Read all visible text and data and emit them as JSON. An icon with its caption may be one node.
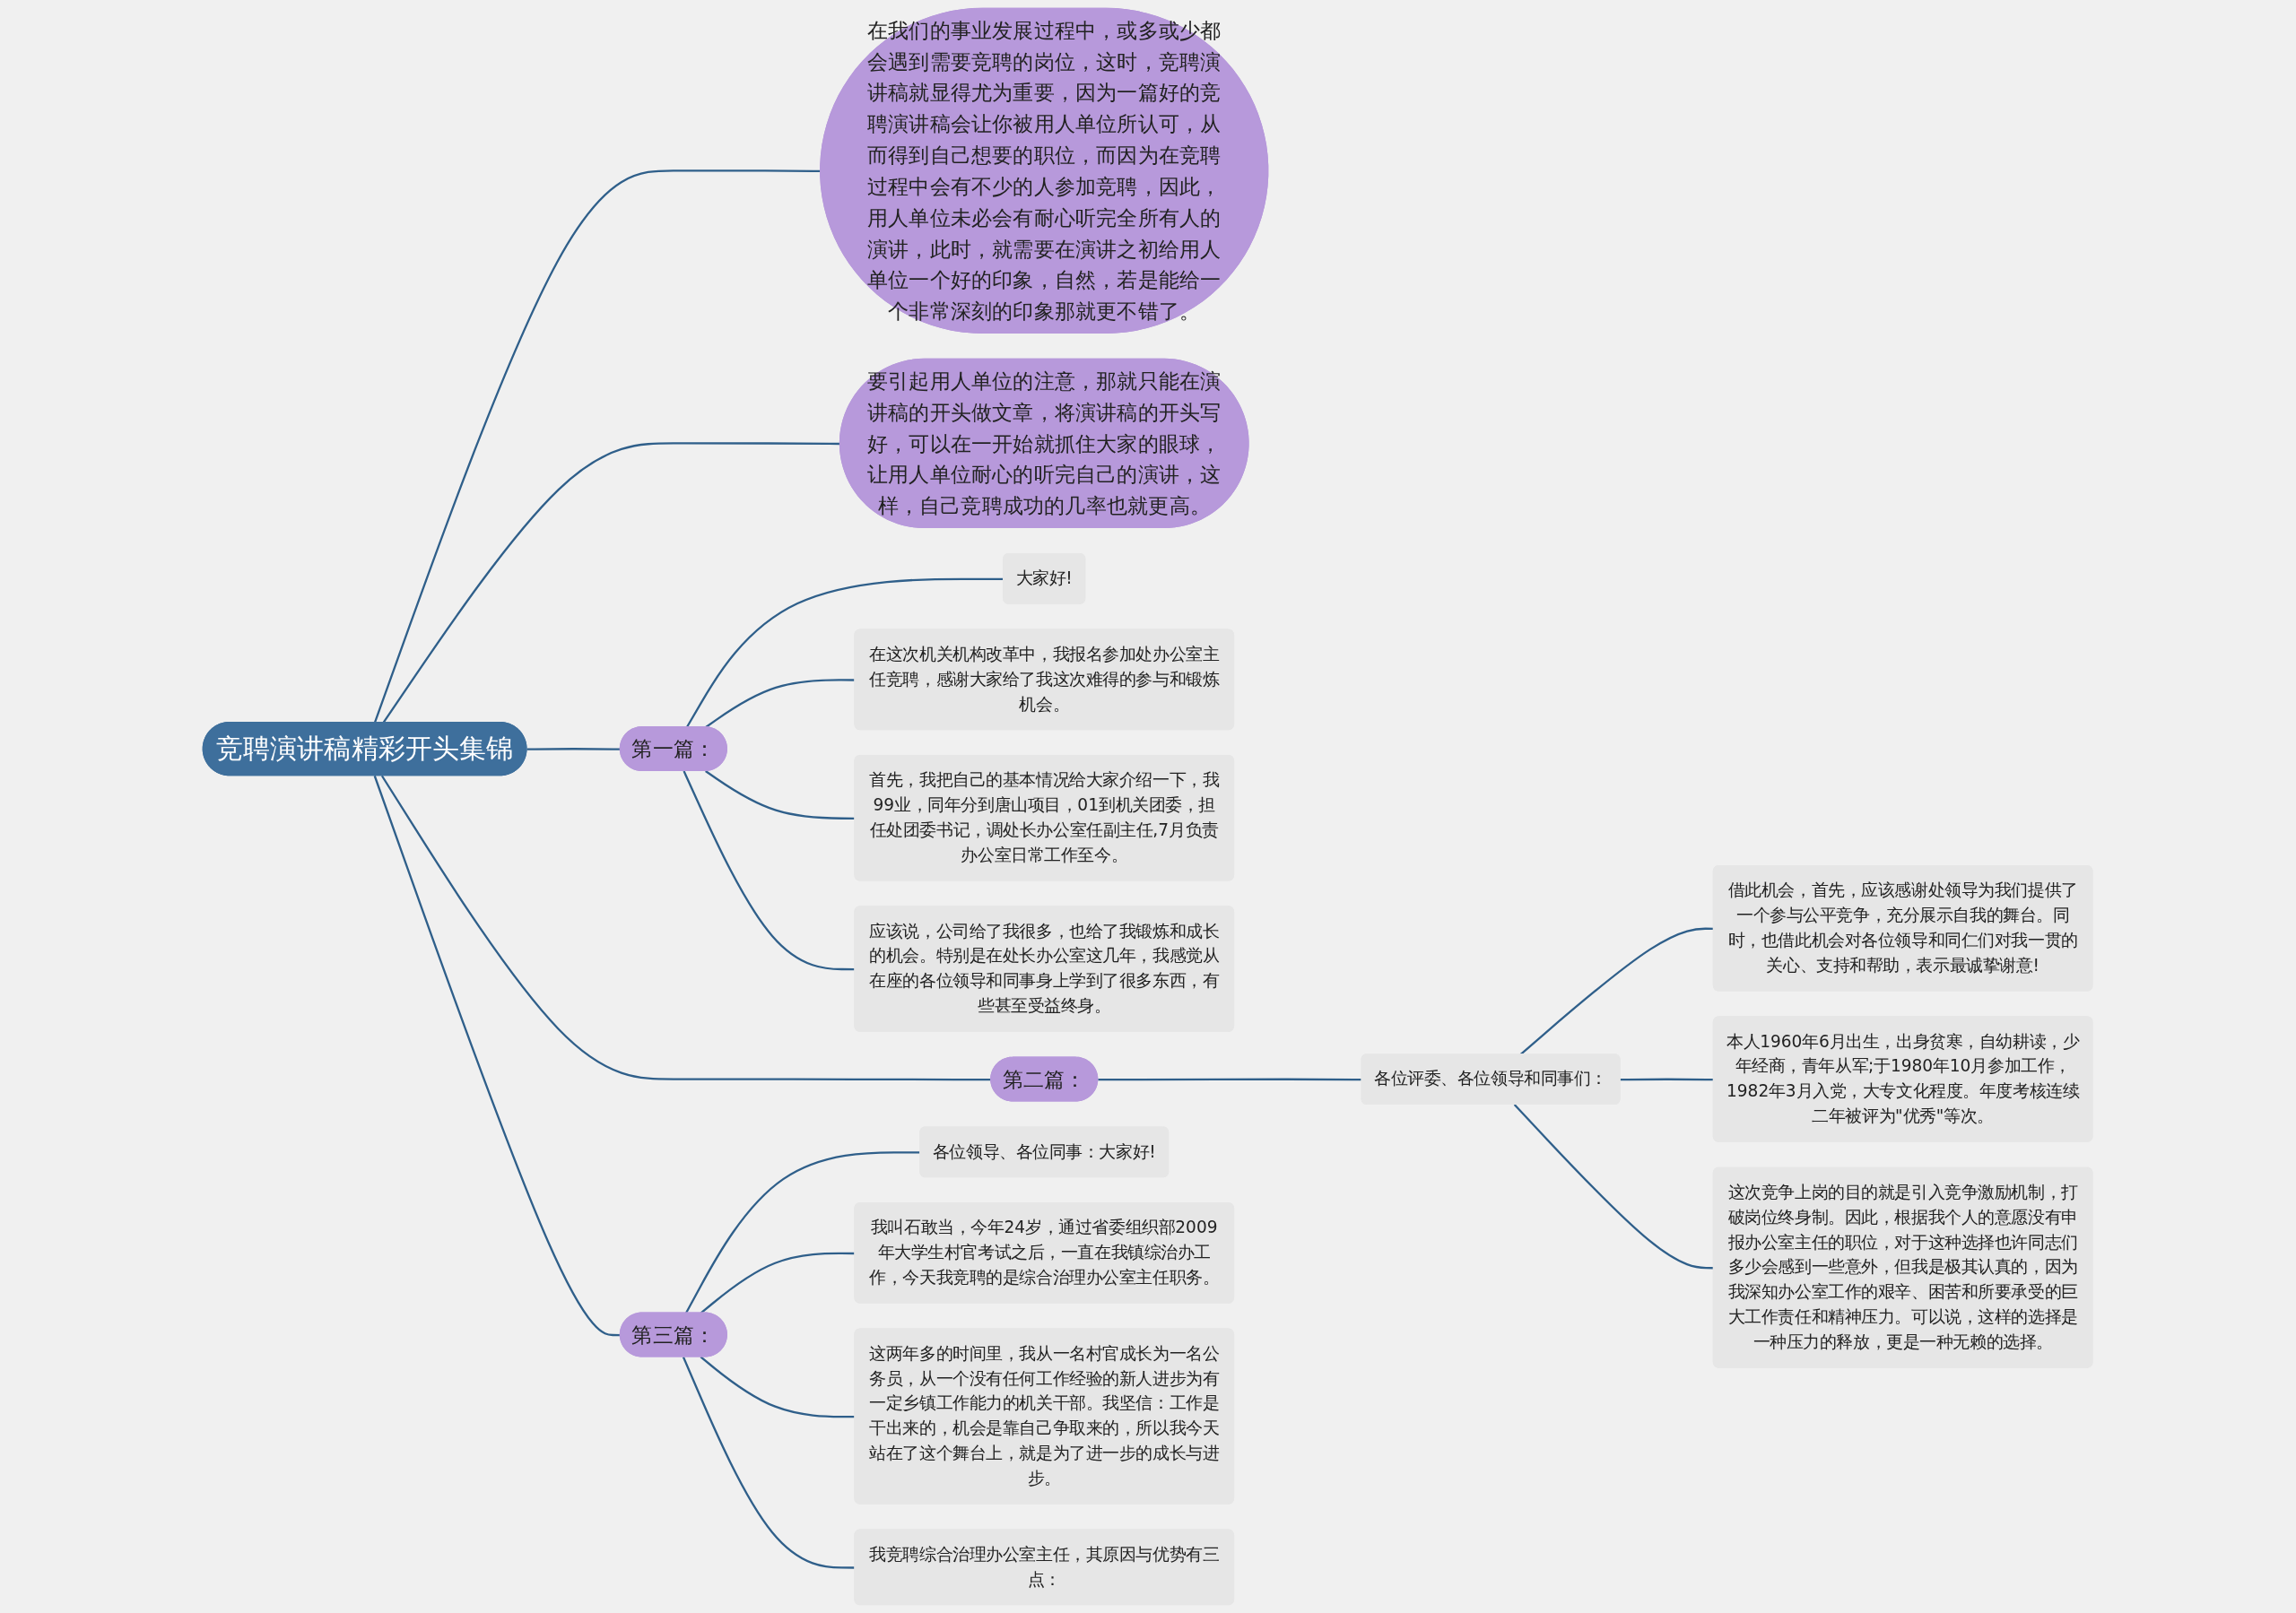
{
  "diagram": {
    "nodes": [
      {
        "text": [
          "竞聘演讲稿精彩开头集锦"
        ]
      },
      {
        "text": [
          "在我们的事业发展过程中，或多或少都会遇到需要竞聘的岗位，这时，竞聘演讲稿就显得尤为重要，因为一篇好的竞聘演讲稿会让你被用人单位所认可，从而得到自己想要的职位，而因为在竞聘过程中会有不少的人参加竞聘，因此，用人单位未必会有耐心听完全所有人的演讲，此时，就需要在演讲之初给用人单位一个好的印象，自然，若是能给一个非常深刻的印象那就更不错了。"
        ]
      },
      {
        "text": [
          "要引起用人单位的注意，那就只能在演讲稿的开头做文章，将演讲稿的开头写好，可以在一开始就抓住大家的眼球，让用人单位耐心的听完自己的演讲，这样，自己竞聘成功的几率也就更高。"
        ]
      },
      {
        "text": [
          "第一篇："
        ]
      },
      {
        "text": [
          "大家好!"
        ]
      },
      {
        "text": [
          "在这次机关机构改革中，我报名参加处办公室主任竞聘，感谢大家给了我这次难得的参与和锻炼机会。"
        ]
      },
      {
        "text": [
          "首先，我把自己的基本情况给大家介绍一下，我99业，同年分到唐山项目，01到机关团委，担任处团委书记，调处长办公室任副主任,7月负责办公室日常工作至今。"
        ]
      },
      {
        "text": [
          "应该说，公司给了我很多，也给了我锻炼和成长的机会。特别是在处长办公室这几年，我感觉从在座的各位领导和同事身上学到了很多东西，有些甚至受益终身。"
        ]
      },
      {
        "text": [
          "第二篇："
        ]
      },
      {
        "text": [
          "各位评委、各位领导和同事们："
        ]
      },
      {
        "text": [
          "借此机会，首先，应该感谢处领导为我们提供了一个参与公平竞争，充分展示自我的舞台。同时，也借此机会对各位领导和同仁们对我一贯的关心、支持和帮助，表示最诚挚谢意!"
        ]
      },
      {
        "text": [
          "本人1960年6月出生，出身贫寒，自幼耕读，少年经商，青年从军;于1980年10月参加工作，1982年3月入党，大专文化程度。年度考核连续二年被评为\"优秀\"等次。"
        ]
      },
      {
        "text": [
          "这次竞争上岗的目的就是引入竞争激励机制，打破岗位终身制。因此，根据我个人的意愿没有申报办公室主任的职位，对于这种选择也许同志们多少会感到一些意外，但我是极其认真的，因为我深知办公室工作的艰辛、困苦和所要承受的巨大工作责任和精神压力。可以说，这样的选择是一种压力的释放，更是一种无赖的选择。"
        ]
      },
      {
        "text": [
          "第三篇："
        ]
      },
      {
        "text": [
          "各位领导、各位同事：大家好!"
        ]
      },
      {
        "text": [
          "我叫石敢当，今年24岁，通过省委组织部2009年大学生村官考试之后，一直在我镇综治办工作，今天我竞聘的是综合治理办公室主任职务。"
        ]
      },
      {
        "text": [
          "这两年多的时间里，我从一名村官成长为一名公务员，从一个没有任何工作经验的新人进步为有一定乡镇工作能力的机关干部。我坚信：工作是干出来的，机会是靠自己争取来的，所以我今天站在了这个舞台上，就是为了进一步的成长与进步。"
        ]
      },
      {
        "text": [
          "我竞聘综合治理办公室主任，其原因与优势有三点："
        ]
      }
    ],
    "edges": [
      {
        "from": 0,
        "to": 1,
        "arrow": "none"
      },
      {
        "from": 0,
        "to": 2,
        "arrow": "none"
      },
      {
        "from": 0,
        "to": 3,
        "arrow": "none"
      },
      {
        "from": 3,
        "to": 4,
        "arrow": "none"
      },
      {
        "from": 3,
        "to": 5,
        "arrow": "none"
      },
      {
        "from": 3,
        "to": 6,
        "arrow": "none"
      },
      {
        "from": 3,
        "to": 7,
        "arrow": "none"
      },
      {
        "from": 0,
        "to": 8,
        "arrow": "none"
      },
      {
        "from": 8,
        "to": 9,
        "arrow": "none"
      },
      {
        "from": 9,
        "to": 10,
        "arrow": "none"
      },
      {
        "from": 9,
        "to": 11,
        "arrow": "none"
      },
      {
        "from": 9,
        "to": 12,
        "arrow": "none"
      },
      {
        "from": 0,
        "to": 13,
        "arrow": "none"
      },
      {
        "from": 13,
        "to": 14,
        "arrow": "none"
      },
      {
        "from": 13,
        "to": 15,
        "arrow": "none"
      },
      {
        "from": 13,
        "to": 16,
        "arrow": "none"
      },
      {
        "from": 13,
        "to": 17,
        "arrow": "none"
      }
    ]
  }
}
